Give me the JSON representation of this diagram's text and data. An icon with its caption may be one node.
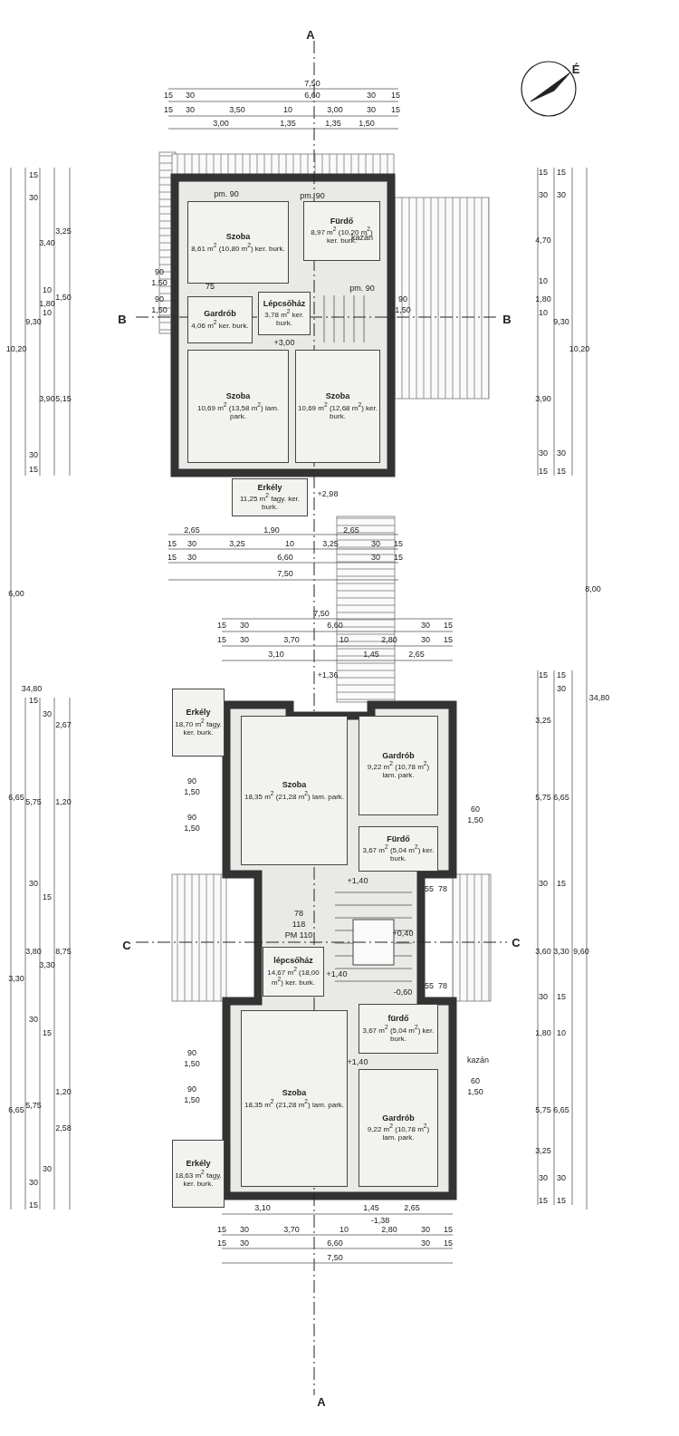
{
  "diagram": {
    "nodes": [
      {
        "text": [
          "Szoba",
          "8,61 m$^{2}$ (10,80 m$^{2}$) ker. burk."
        ]
      },
      {
        "text": [
          "Fürdő",
          "8,97 m$^{2}$ (10,20 m$^{2}$) ker. burk."
        ]
      },
      {
        "text": [
          "Gardrób",
          "4,06 m$^{2}$ ker. burk."
        ]
      },
      {
        "text": [
          "Lépcsőház",
          "3,78 m$^{2}$ ker. burk."
        ]
      },
      {
        "text": [
          "Szoba",
          "10,69 m$^{2}$ (13,58 m$^{2}$) lam. park."
        ]
      },
      {
        "text": [
          "Szoba",
          "10,69 m$^{2}$ (12,68 m$^{2}$) ker. burk."
        ]
      },
      {
        "text": [
          "Erkély",
          "11,25 m$^{2}$ fagy. ker. burk."
        ]
      },
      {
        "text": [
          "Erkély",
          "18,70 m$^{2}$ fagy. ker. burk."
        ]
      },
      {
        "text": [
          "Szoba",
          "18,35 m$^{2}$ (21,28 m$^{2}$) lam. park."
        ]
      },
      {
        "text": [
          "Gardrób",
          "9,22 m$^{2}$ (10,78 m$^{2}$) lam. park."
        ]
      },
      {
        "text": [
          "Fürdő",
          "3,67 m$^{2}$ (5,04 m$^{2}$) ker. burk."
        ]
      },
      {
        "text": [
          "lépcsőház",
          "14,67 m$^{2}$ (18,00 m$^{2}$) ker. burk."
        ]
      },
      {
        "text": [
          "fürdő",
          "3,67 m$^{2}$ (5,04 m$^{2}$) ker. burk."
        ]
      },
      {
        "text": [
          "Szoba",
          "18,35 m$^{2}$ (21,28 m$^{2}$) lam. park."
        ]
      },
      {
        "text": [
          "Gardrób",
          "9,22 m$^{2}$ (10,78 m$^{2}$) lam. park."
        ]
      },
      {
        "text": [
          "Erkély",
          "18,63 m$^{2}$ fagy. ker. burk."
        ]
      }
    ],
    "edges": [],
    "labels": [
      "A",
      "É",
      "7,50",
      "15",
      "30",
      "6,60",
      "30",
      "15",
      "15",
      "30",
      "3,50",
      "10",
      "3,00",
      "30",
      "15",
      "3,00",
      "1,35",
      "1,35",
      "1,50",
      "15",
      "30",
      "9,30",
      "30",
      "15",
      "3,40",
      "10",
      "1,80",
      "10",
      "3,90",
      "3,25",
      "1,50",
      "5,15",
      "10,20",
      "90",
      "1,50",
      "90",
      "1,50",
      "B",
      "B",
      "pm. 90",
      "pm. 90",
      "kazán",
      "75",
      "+3,00",
      "pm. 90",
      "90",
      "1,50",
      "+2,98",
      "15",
      "30",
      "4,70",
      "10",
      "1,80",
      "10",
      "3,90",
      "30",
      "15",
      "15",
      "30",
      "9,30",
      "30",
      "15",
      "10,20",
      "8,00",
      "34,80",
      "2,65",
      "1,90",
      "2,65",
      "15",
      "30",
      "3,25",
      "10",
      "3,25",
      "30",
      "15",
      "15",
      "30",
      "6,60",
      "30",
      "15",
      "7,50",
      "6,00",
      "34,80",
      "7,50",
      "15",
      "30",
      "6,60",
      "30",
      "15",
      "15",
      "30",
      "3,70",
      "10",
      "2,80",
      "30",
      "15",
      "3,10",
      "1,45",
      "2,65",
      "+1,36",
      "15",
      "5,75",
      "30",
      "3,80",
      "30",
      "5,75",
      "30",
      "15",
      "30",
      "15",
      "3,30",
      "15",
      "30",
      "2,67",
      "1,20",
      "8,75",
      "1,20",
      "2,58",
      "6,65",
      "3,30",
      "6,65",
      "90",
      "1,50",
      "90",
      "1,50",
      "90",
      "1,50",
      "90",
      "1,50",
      "C",
      "C",
      "+1,40",
      "55",
      "78",
      "78",
      "118",
      "PM 110",
      "+0,40",
      "+1,40",
      "-0,60",
      "+1,40",
      "55",
      "78",
      "kazán",
      "60",
      "1,50",
      "60",
      "1,50",
      "15",
      "3,25",
      "5,75",
      "30",
      "3,60",
      "30",
      "1,80",
      "5,75",
      "3,25",
      "30",
      "15",
      "15",
      "30",
      "6,65",
      "15",
      "3,30",
      "15",
      "10",
      "6,65",
      "30",
      "15",
      "9,60",
      "3,10",
      "1,45",
      "2,65",
      "-1,38",
      "15",
      "30",
      "3,70",
      "10",
      "2,80",
      "30",
      "15",
      "15",
      "30",
      "6,60",
      "30",
      "15",
      "7,50",
      "A"
    ]
  }
}
